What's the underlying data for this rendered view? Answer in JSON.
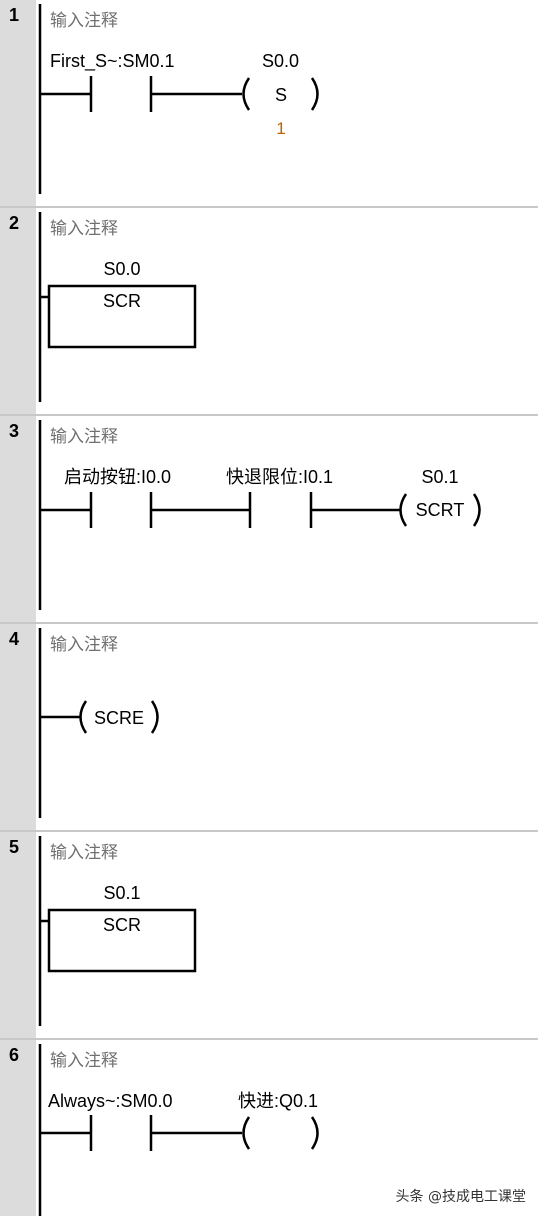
{
  "networks": [
    {
      "number": "1",
      "comment": "输入注释",
      "contact": {
        "label": "First_S~:SM0.1"
      },
      "coil": {
        "address": "S0.0",
        "instruction": "S",
        "count": "1"
      }
    },
    {
      "number": "2",
      "comment": "输入注释",
      "box": {
        "address": "S0.0",
        "instruction": "SCR"
      }
    },
    {
      "number": "3",
      "comment": "输入注释",
      "contact1": {
        "label": "启动按钮:I0.0"
      },
      "contact2": {
        "label": "快退限位:I0.1"
      },
      "coil": {
        "address": "S0.1",
        "instruction": "SCRT"
      }
    },
    {
      "number": "4",
      "comment": "输入注释",
      "coil": {
        "instruction": "SCRE"
      }
    },
    {
      "number": "5",
      "comment": "输入注释",
      "box": {
        "address": "S0.1",
        "instruction": "SCR"
      }
    },
    {
      "number": "6",
      "comment": "输入注释",
      "contact": {
        "label": "Always~:SM0.0"
      },
      "coil": {
        "address": "快进:Q0.1",
        "instruction": ""
      }
    }
  ],
  "watermark": "头条 @技成电工课堂",
  "colors": {
    "gutter": "#dcdcdc",
    "count": "#c06000",
    "comment": "#707070"
  }
}
